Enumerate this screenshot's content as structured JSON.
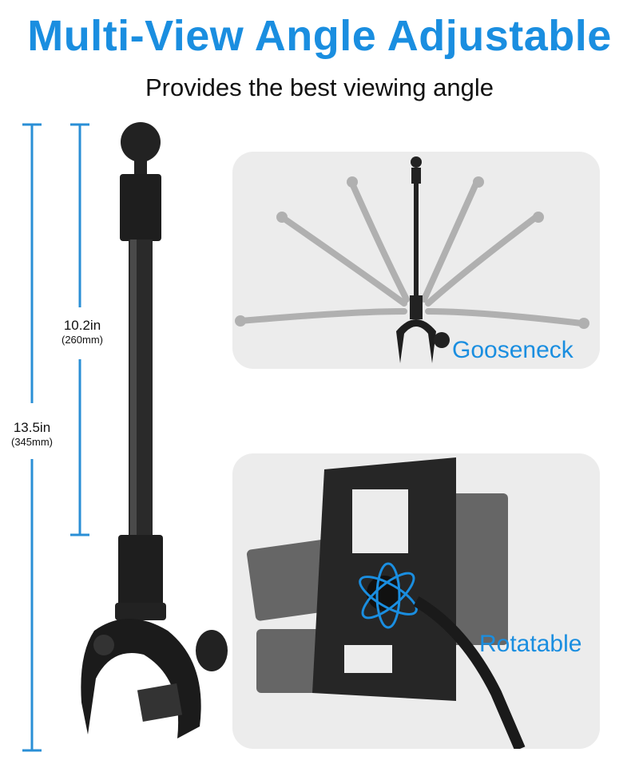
{
  "header": {
    "title": "Multi-View Angle Adjustable",
    "subtitle": "Provides the best viewing angle"
  },
  "dimensions": {
    "inner": {
      "inches": "10.2in",
      "mm": "(260mm)"
    },
    "outer": {
      "inches": "13.5in",
      "mm": "(345mm)"
    }
  },
  "features": [
    {
      "label": "Gooseneck"
    },
    {
      "label": "Rotatable"
    }
  ],
  "colors": {
    "accent": "#1a8ee0",
    "dimension_line": "#2a8fd6",
    "panel": "#ececec",
    "product": "#1c1c1c"
  }
}
